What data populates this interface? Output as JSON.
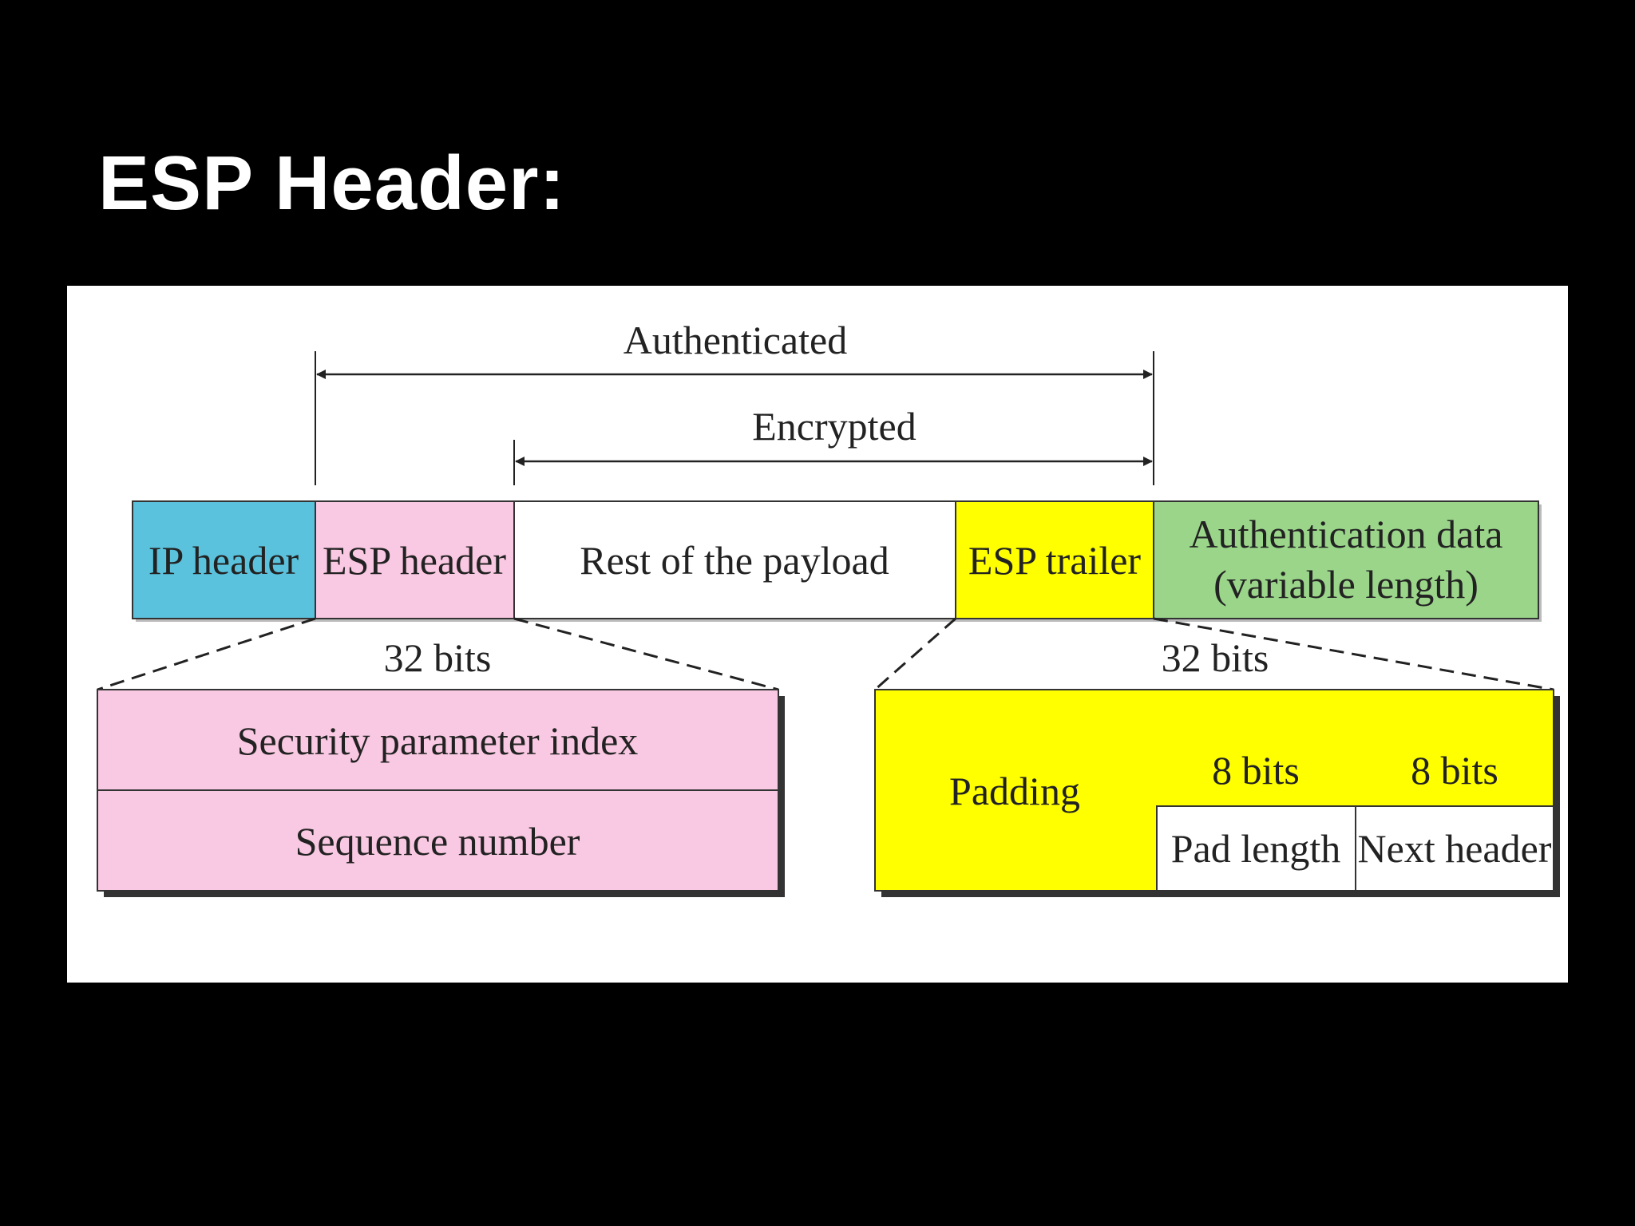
{
  "slide": {
    "title": "ESP Header:"
  },
  "colors": {
    "background": "#000000",
    "panel": "#ffffff",
    "ip_header": "#5bc2dd",
    "esp_header": "#f9c8e2",
    "payload": "#ffffff",
    "esp_trailer": "#ffff00",
    "auth_data": "#9ad58a",
    "border": "#333333"
  },
  "diagram": {
    "authenticated_label": "Authenticated",
    "encrypted_label": "Encrypted",
    "packet": {
      "ip_header": "IP header",
      "esp_header": "ESP header",
      "payload": "Rest of the payload",
      "esp_trailer": "ESP trailer",
      "auth_data_line1": "Authentication data",
      "auth_data_line2": "(variable length)"
    },
    "header_detail": {
      "width_label": "32 bits",
      "spi": "Security parameter index",
      "sequence": "Sequence number"
    },
    "trailer_detail": {
      "width_label": "32 bits",
      "padding": "Padding",
      "pad_length_bits": "8 bits",
      "next_header_bits": "8 bits",
      "pad_length": "Pad length",
      "next_header": "Next header"
    }
  }
}
